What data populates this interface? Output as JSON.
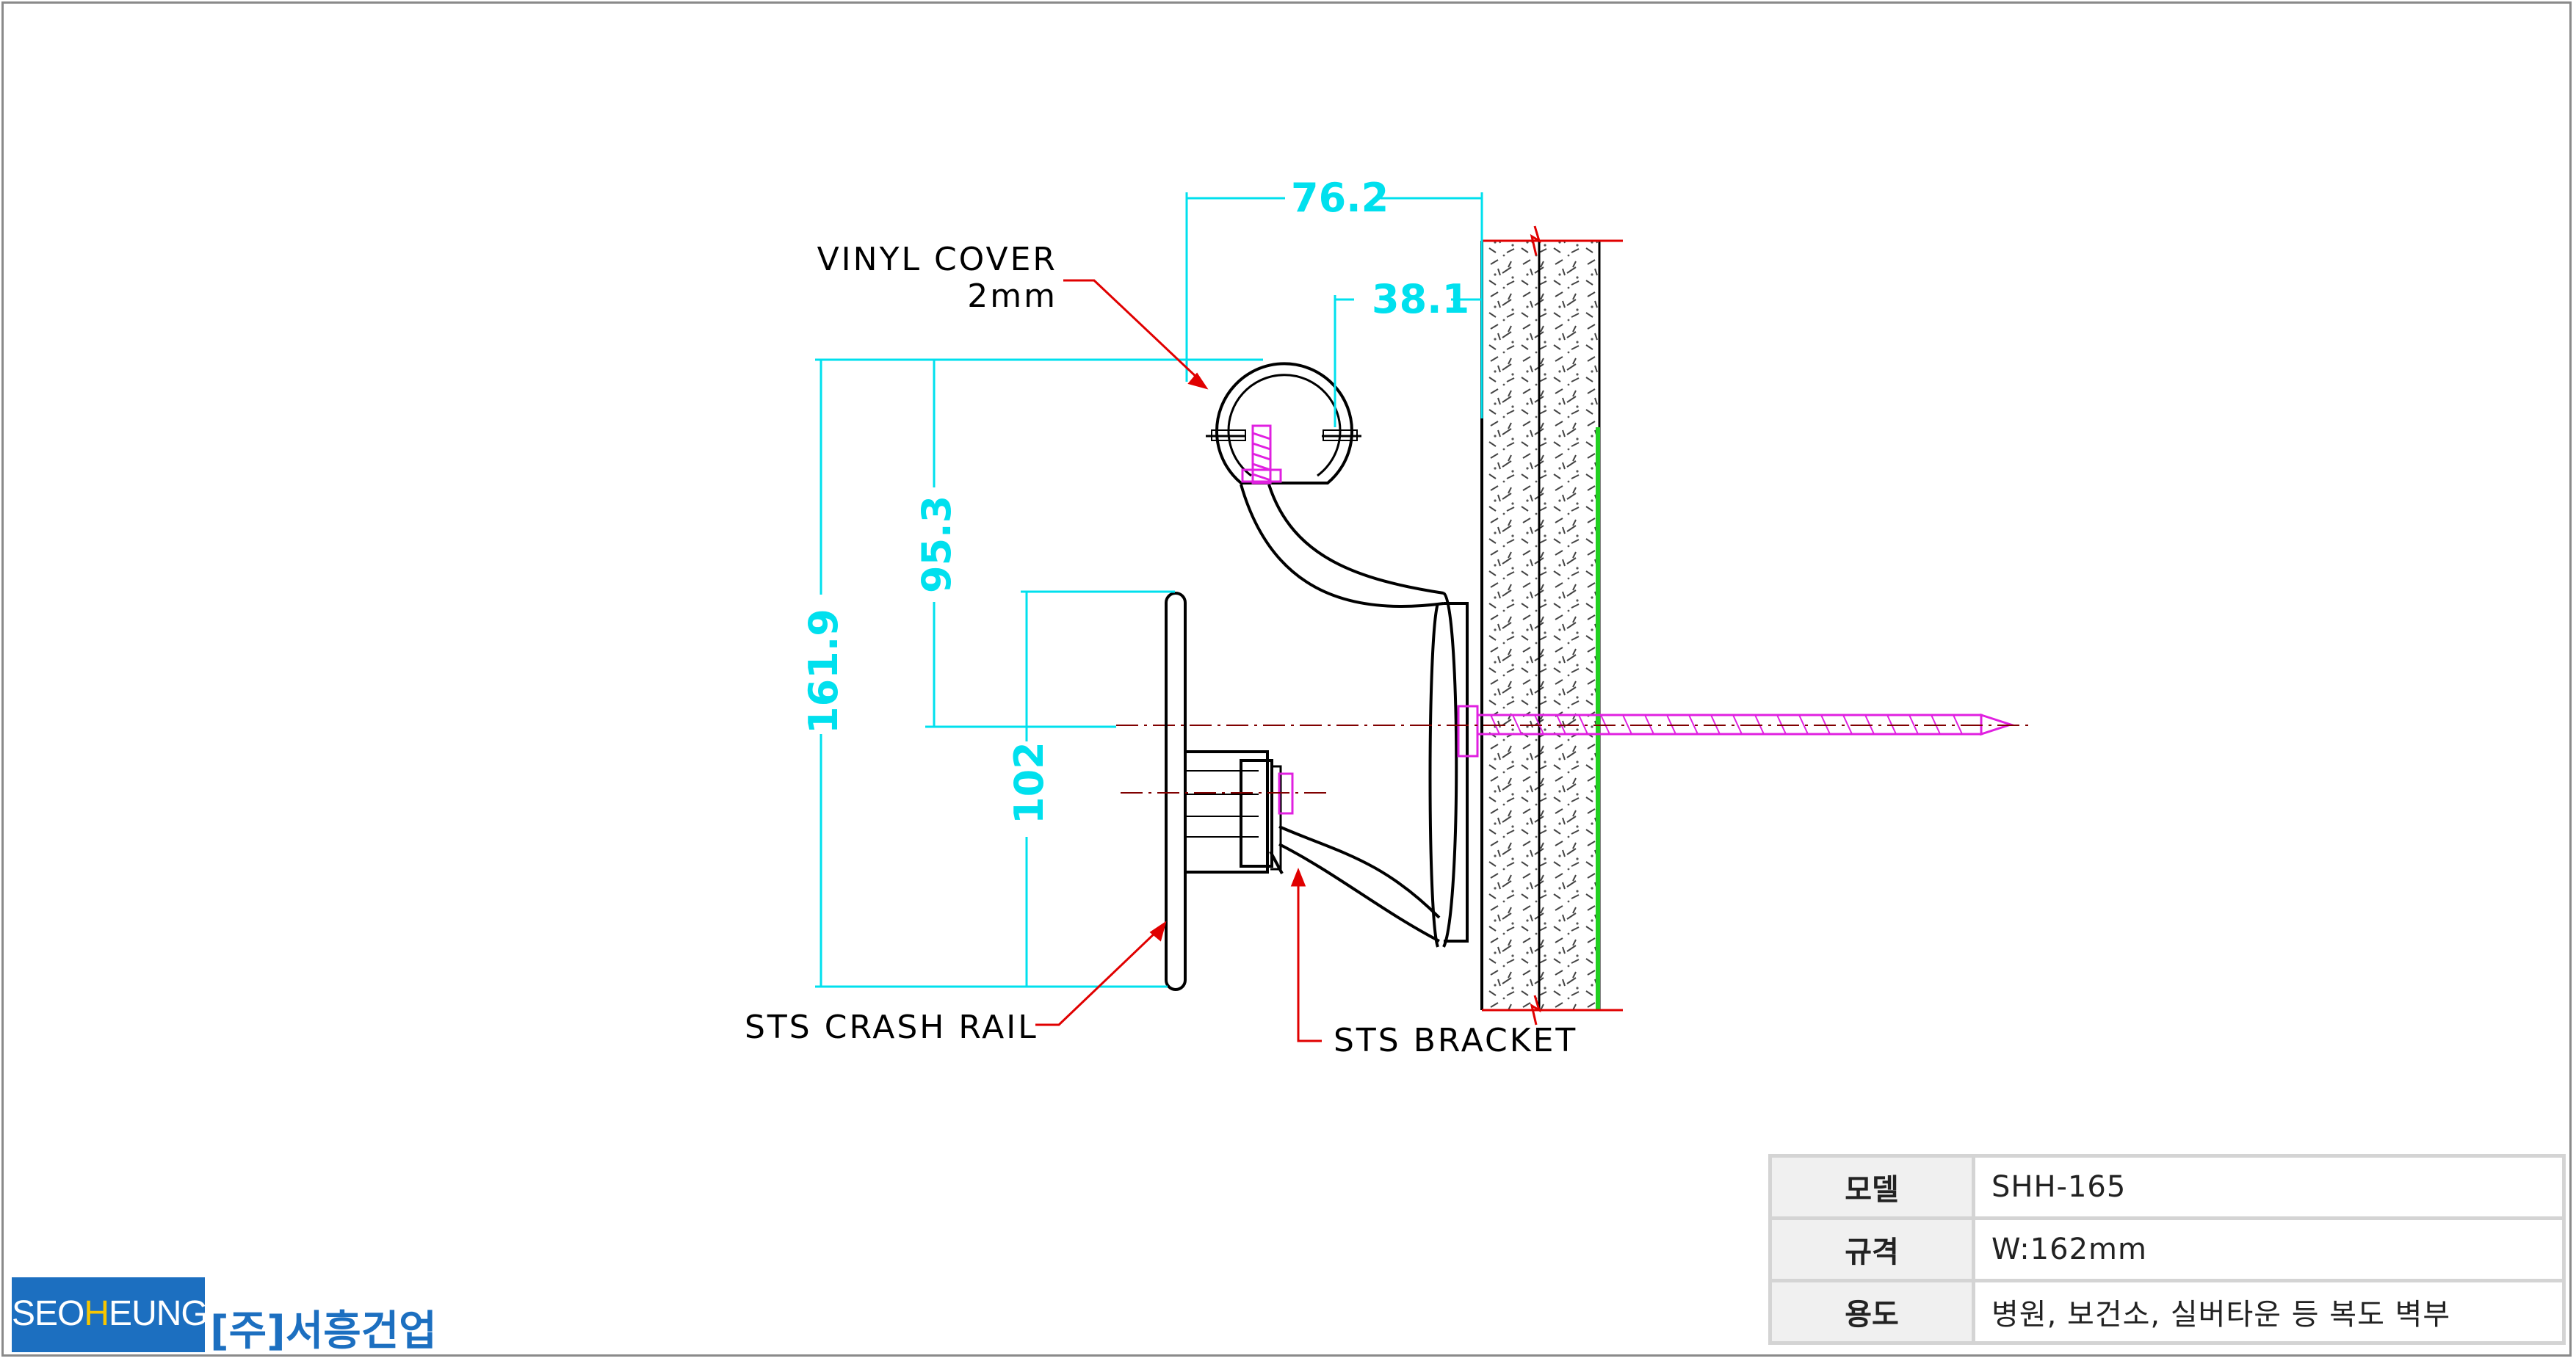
{
  "callouts": {
    "vinyl_cover": "VINYL COVER",
    "vinyl_thickness": "2mm",
    "crash_rail": "STS CRASH RAIL",
    "bracket": "STS BRACKET"
  },
  "dimensions": {
    "width_total": "76.2",
    "width_half": "38.1",
    "height_total": "161.9",
    "height_top": "95.3",
    "height_rail": "102"
  },
  "spec": {
    "rows": [
      {
        "key": "모델",
        "value": "SHH-165"
      },
      {
        "key": "규격",
        "value": "W:162mm"
      },
      {
        "key": "용도",
        "value": "병원, 보건소, 실버타운 등 복도 벽부"
      }
    ]
  },
  "brand": {
    "logo_pre": "SEO",
    "logo_highlight": "H",
    "logo_post": "EUNG",
    "company": "[주]서흥건업"
  },
  "colors": {
    "dimension": "#00e0ee",
    "leader": "#e00000",
    "screw": "#e020e0",
    "wall_face": "#20d020",
    "brand_blue": "#1c6fc0",
    "brand_yellow": "#f7c600"
  }
}
